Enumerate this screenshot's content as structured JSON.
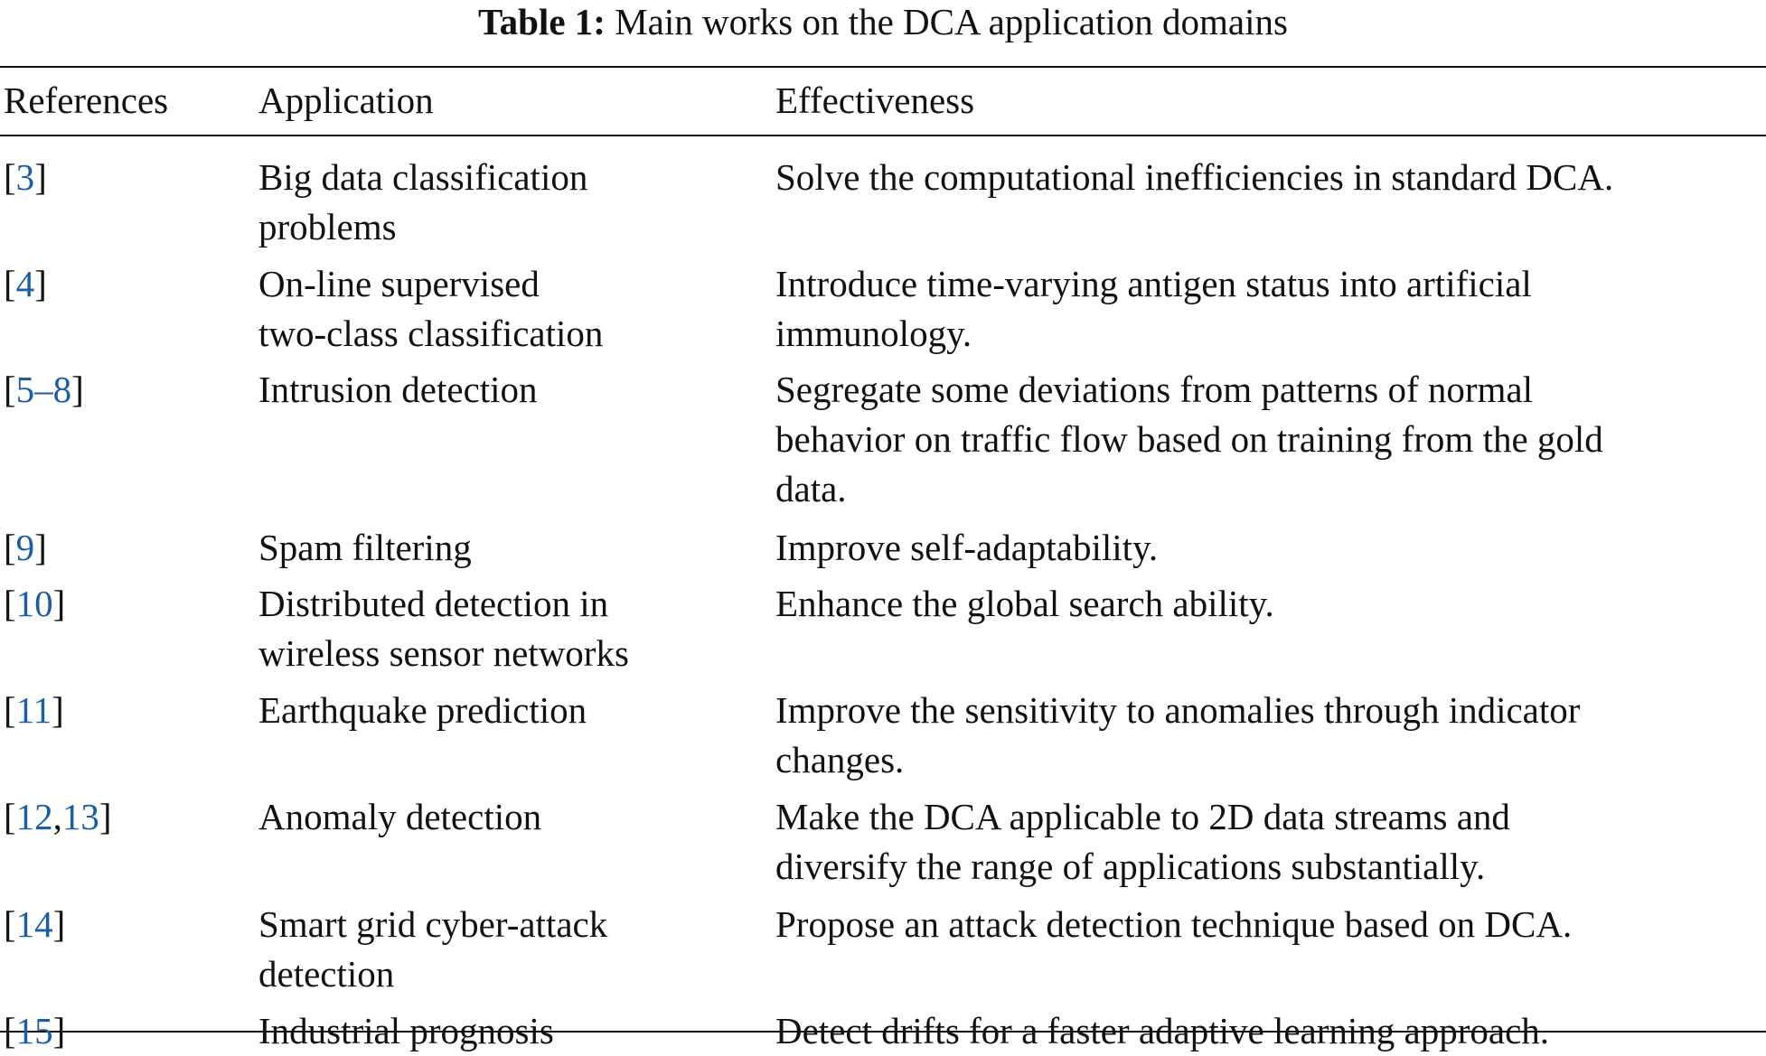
{
  "caption": {
    "label": "Table 1:",
    "text": "Main works on the DCA application domains"
  },
  "headers": {
    "references": "References",
    "application": "Application",
    "effectiveness": "Effectiveness"
  },
  "rows": [
    {
      "ref_open": "[",
      "refs": [
        {
          "text": "3"
        }
      ],
      "ref_close": "]",
      "application": [
        "Big data classification",
        "problems"
      ],
      "effectiveness": [
        "Solve the computational inefficiencies in standard DCA."
      ]
    },
    {
      "ref_open": "[",
      "refs": [
        {
          "text": "4"
        }
      ],
      "ref_close": "]",
      "application": [
        "On-line supervised",
        "two-class classification"
      ],
      "effectiveness": [
        "Introduce time-varying antigen status into artificial",
        "immunology."
      ]
    },
    {
      "ref_open": "[",
      "refs": [
        {
          "text": "5–8"
        }
      ],
      "ref_close": "]",
      "application": [
        "Intrusion detection"
      ],
      "effectiveness": [
        "Segregate some deviations from patterns of normal",
        "behavior on traffic flow based on training from the gold",
        "data."
      ]
    },
    {
      "ref_open": "[",
      "refs": [
        {
          "text": "9"
        }
      ],
      "ref_close": "]",
      "application": [
        "Spam filtering"
      ],
      "effectiveness": [
        "Improve self-adaptability."
      ]
    },
    {
      "ref_open": "[",
      "refs": [
        {
          "text": "10"
        }
      ],
      "ref_close": "]",
      "application": [
        "Distributed detection in",
        "wireless sensor networks"
      ],
      "effectiveness": [
        "Enhance the global search ability."
      ]
    },
    {
      "ref_open": "[",
      "refs": [
        {
          "text": "11"
        }
      ],
      "ref_close": "]",
      "application": [
        "Earthquake prediction"
      ],
      "effectiveness": [
        "Improve the sensitivity to anomalies through indicator",
        "changes."
      ]
    },
    {
      "ref_open": "[",
      "refs": [
        {
          "text": "12"
        },
        {
          "text": "13"
        }
      ],
      "ref_sep": ",",
      "ref_close": "]",
      "application": [
        "Anomaly detection"
      ],
      "effectiveness": [
        "Make the DCA applicable to 2D data streams and",
        "diversify the range of applications substantially."
      ]
    },
    {
      "ref_open": "[",
      "refs": [
        {
          "text": "14"
        }
      ],
      "ref_close": "]",
      "application": [
        "Smart grid cyber-attack",
        "detection"
      ],
      "effectiveness": [
        "Propose an attack detection technique based on DCA."
      ]
    },
    {
      "ref_open": "[",
      "refs": [
        {
          "text": "15"
        }
      ],
      "ref_close": "]",
      "application": [
        "Industrial prognosis"
      ],
      "effectiveness": [
        "Detect drifts for a faster adaptive learning approach."
      ]
    }
  ],
  "colors": {
    "text": "#111111",
    "link": "#1a5ea8",
    "background": "#ffffff"
  }
}
